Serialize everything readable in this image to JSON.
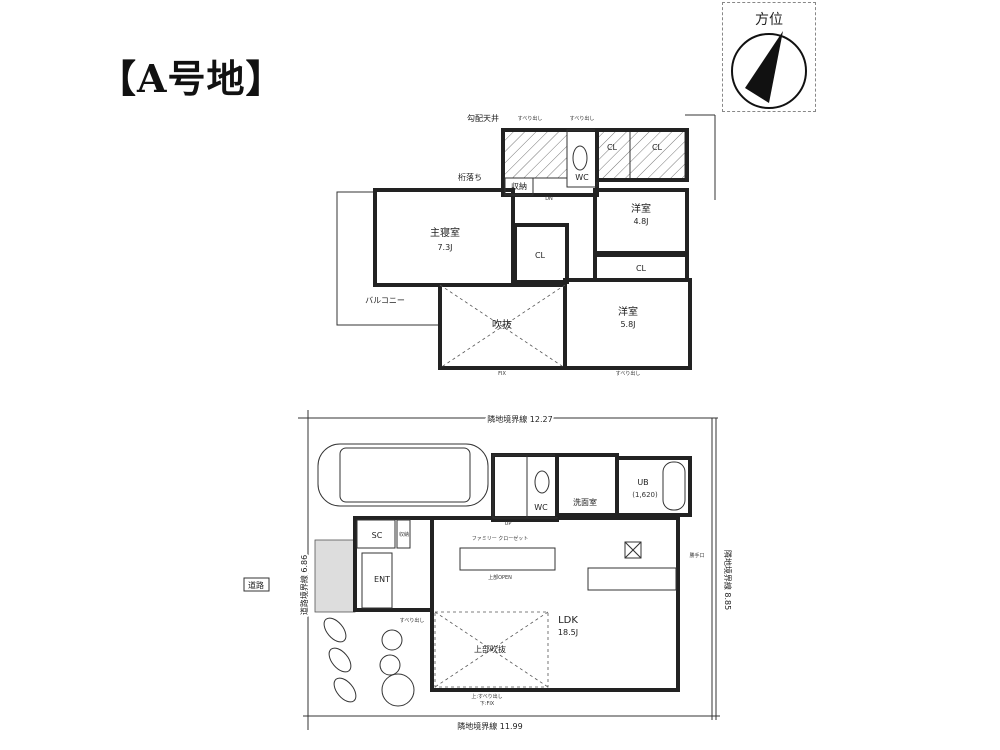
{
  "title": "【A号地】",
  "compass": {
    "label": "方位"
  },
  "upper_floor": {
    "rooms": {
      "master_bedroom": {
        "name": "主寝室",
        "size": "7.3J"
      },
      "western_room_1": {
        "name": "洋室",
        "size": "4.8J"
      },
      "western_room_2": {
        "name": "洋室",
        "size": "5.8J"
      },
      "atrium": "吹抜",
      "closet_master": "CL",
      "closet_room1": "CL",
      "closet_top_1": "CL",
      "closet_top_2": "CL",
      "storage": "収納",
      "wc": "WC"
    },
    "notes": {
      "sloped_ceiling": "勾配天井",
      "beam_drop": "桁落ち",
      "balcony": "バルコニー",
      "down": "DN"
    },
    "windows": [
      "すべり出し",
      "すべり出し",
      "FIX",
      "すべり出し"
    ]
  },
  "lower_floor": {
    "boundaries": {
      "top": "隣地境界線 12.27",
      "bottom": "隣地境界線 11.99",
      "left": "道路境界線 6.86",
      "right": "隣地境界線 8.85"
    },
    "road": "道路",
    "rooms": {
      "ldk": {
        "name": "LDK",
        "size": "18.5J"
      },
      "washroom": "洗面室",
      "bath": {
        "name": "UB",
        "size": "(1,620)"
      },
      "wc": "WC",
      "entrance": "ENT",
      "shoe_closet": "SC",
      "storage": "収納",
      "family_closet": "ファミリー\nクローゼット",
      "upper_open": "上部OPEN",
      "upper_atrium": "上部吹抜"
    },
    "notes": {
      "up": "UP",
      "back_door": "勝手口",
      "window_south": "上:すべり出し",
      "window_south_2": "下:FIX",
      "window_ent": "すべり出し"
    }
  },
  "colors": {
    "line": "#222222",
    "background": "#ffffff"
  }
}
